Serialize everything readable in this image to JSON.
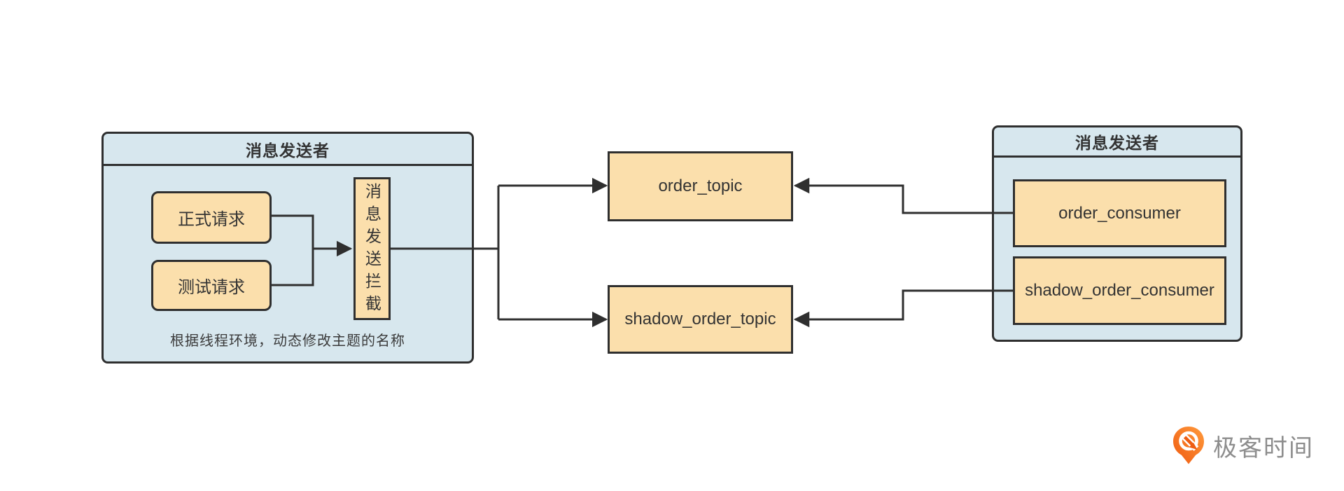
{
  "diagram": {
    "sender_group": {
      "title": "消息发送者",
      "formal_request_label": "正式请求",
      "test_request_label": "测试请求",
      "interceptor_label": "消息发送拦截",
      "caption": "根据线程环境，动态修改主题的名称"
    },
    "topics": {
      "order_topic_label": "order_topic",
      "shadow_order_topic_label": "shadow_order_topic"
    },
    "consumer_group": {
      "title": "消息发送者",
      "order_consumer_label": "order_consumer",
      "shadow_order_consumer_label": "shadow_order_consumer"
    },
    "logo": {
      "text": "极客时间",
      "icon": "geektime-pin-icon"
    }
  },
  "colors": {
    "container_fill": "#d7e7ee",
    "node_fill": "#fbdfac",
    "line": "#2f2f2f",
    "text": "#333333",
    "logo_orange_top": "#ff9a3c",
    "logo_orange_bottom": "#ef5a10",
    "logo_text": "#8d8d8d"
  }
}
